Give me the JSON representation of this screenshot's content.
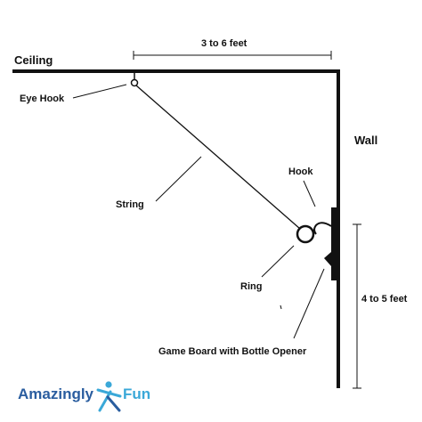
{
  "labels": {
    "ceiling": "Ceiling",
    "wall": "Wall",
    "eye_hook": "Eye Hook",
    "string": "String",
    "hook": "Hook",
    "ring": "Ring",
    "game_board": "Game Board with Bottle Opener",
    "distance_ceiling": "3 to 6 feet",
    "distance_wall": "4 to 5 feet"
  },
  "logo": {
    "part1": "Amazingly",
    "part2": "Fun",
    "color1": "#2a5d9f",
    "color2": "#3aa8d8"
  },
  "colors": {
    "ink": "#111111"
  }
}
